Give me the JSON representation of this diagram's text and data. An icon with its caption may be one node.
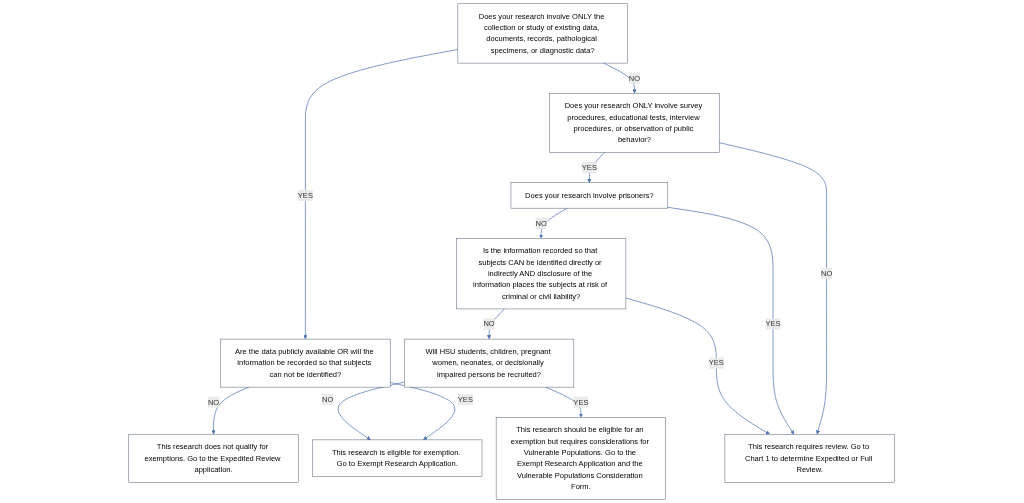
{
  "diagram": {
    "nodes": [
      {
        "text": [
          "Does your research involve ONLY the collection or study of existing data, documents, records, pathological specimens, or diagnostic data?"
        ]
      },
      {
        "text": [
          "Are the data publicly available OR will the information be recorded so that subjects can not be identified?"
        ]
      },
      {
        "text": [
          "Does your research ONLY involve survey procedures, educational tests, interview procedures, or observation of public behavior?"
        ]
      },
      {
        "text": [
          "This research is eligible for exemption. Go to Exempt Research Application."
        ]
      },
      {
        "text": [
          "This research does not qualify for exemptions. Go to the Expedited Review application."
        ]
      },
      {
        "text": [
          "Does your research involve prisoners?"
        ]
      },
      {
        "text": [
          "This research requires review. Go to Chart 1 to determine Expedited or Full Review."
        ]
      },
      {
        "text": [
          "Is the information recorded so that subjects CAN be identified directly or indirectly AND disclosure of the information places the subjects at risk of criminal or civil liability?"
        ]
      },
      {
        "text": [
          "Will HSU students, children, pregnant women, neonates, or decisionally impaired persons be recruited?"
        ]
      },
      {
        "text": [
          "This research should be eligible for an exemption but requires considerations for Vulnerable Populations. Go to the Exempt Research Application and the Vulnerable Populations Consideration Form."
        ]
      }
    ],
    "edges": [
      {
        "from": 0,
        "to": 1,
        "arrow": "to",
        "label": "YES"
      },
      {
        "from": 0,
        "to": 2,
        "arrow": "to",
        "label": "NO"
      },
      {
        "from": 1,
        "to": 3,
        "arrow": "to",
        "label": "YES"
      },
      {
        "from": 1,
        "to": 4,
        "arrow": "to",
        "label": "NO"
      },
      {
        "from": 2,
        "to": 5,
        "arrow": "to",
        "label": "YES"
      },
      {
        "from": 2,
        "to": 6,
        "arrow": "to",
        "label": "NO"
      },
      {
        "from": 5,
        "to": 7,
        "arrow": "to",
        "label": "NO"
      },
      {
        "from": 5,
        "to": 6,
        "arrow": "to",
        "label": "YES"
      },
      {
        "from": 7,
        "to": 6,
        "arrow": "to",
        "label": "YES"
      },
      {
        "from": 7,
        "to": 8,
        "arrow": "to",
        "label": "NO"
      },
      {
        "from": 8,
        "to": 3,
        "arrow": "to",
        "label": "NO"
      },
      {
        "from": 8,
        "to": 9,
        "arrow": "to",
        "label": "YES"
      }
    ]
  }
}
